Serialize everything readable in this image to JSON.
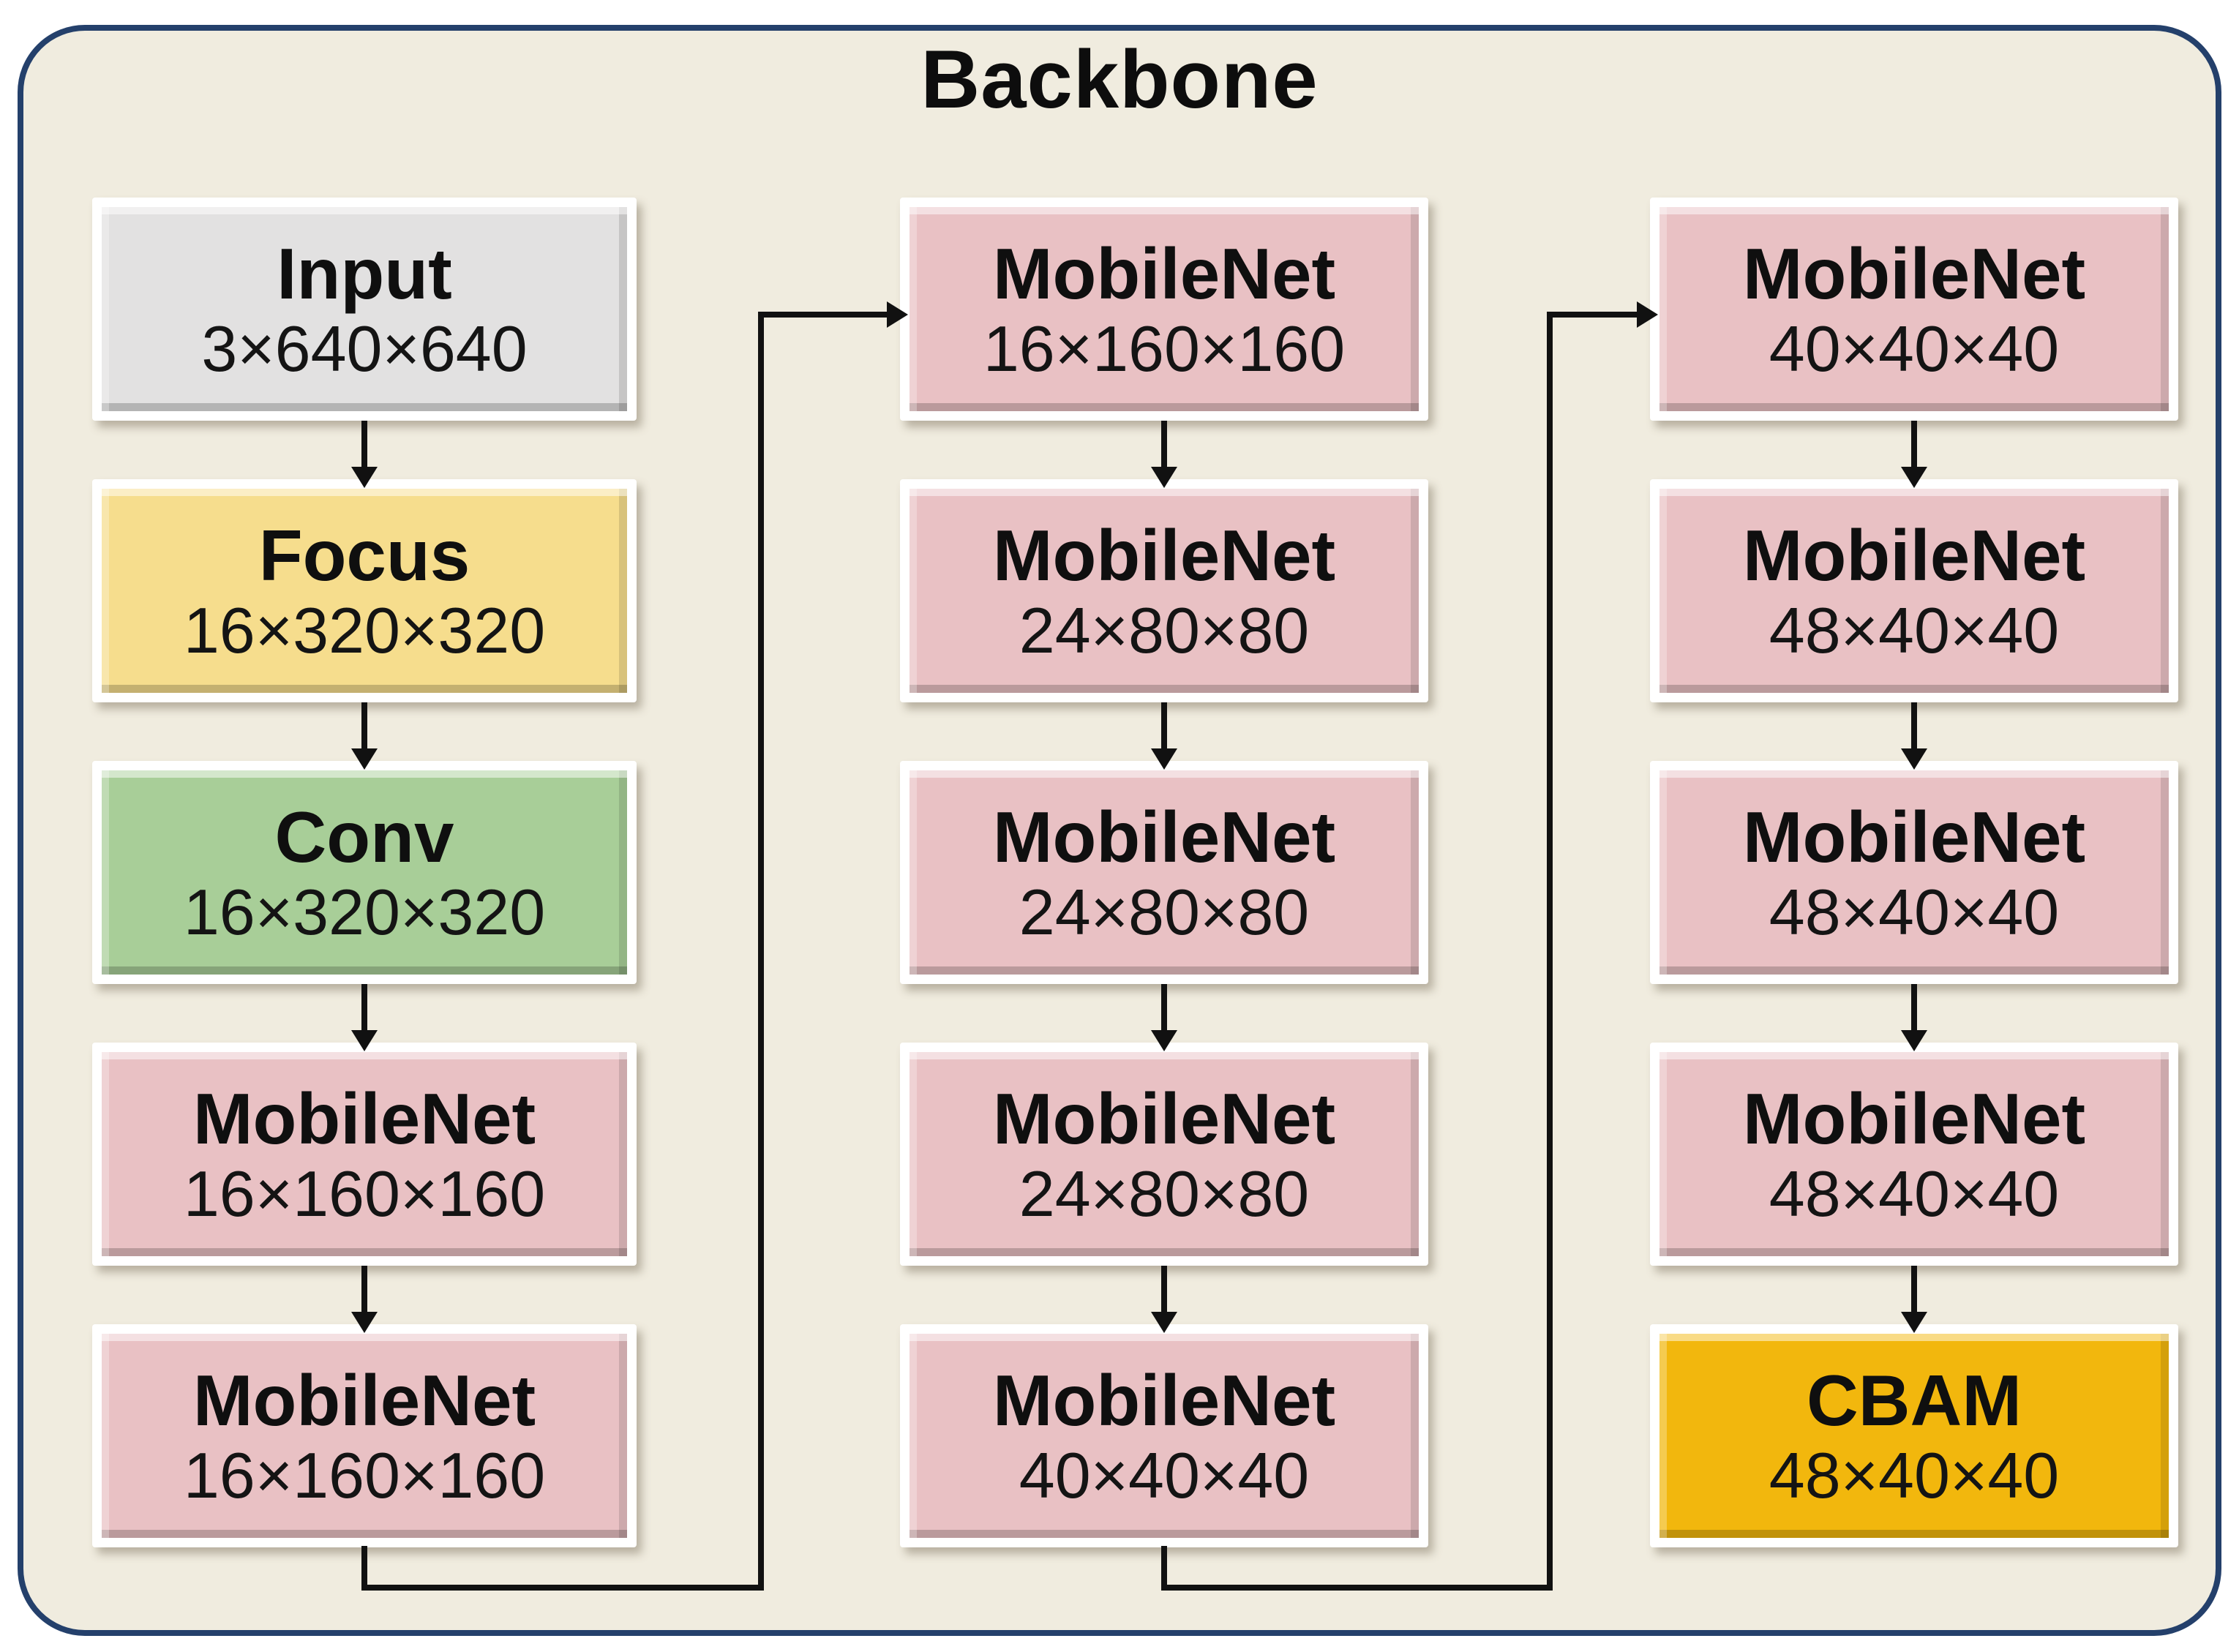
{
  "title": "Backbone",
  "colors": {
    "panel_background": "#f0ecdf",
    "panel_border": "#24406b",
    "block_input": "#e2e1e1",
    "block_focus": "#f6dd8d",
    "block_conv": "#a8ce98",
    "block_mobilenet": "#e9c1c4",
    "block_cbam": "#f2b70d",
    "arrow": "#111111",
    "text": "#0f0f0f"
  },
  "columns": [
    {
      "blocks": [
        {
          "type": "input",
          "label": "Input",
          "dims": "3×640×640"
        },
        {
          "type": "focus",
          "label": "Focus",
          "dims": "16×320×320"
        },
        {
          "type": "conv",
          "label": "Conv",
          "dims": "16×320×320"
        },
        {
          "type": "mobilenet",
          "label": "MobileNet",
          "dims": "16×160×160"
        },
        {
          "type": "mobilenet",
          "label": "MobileNet",
          "dims": "16×160×160"
        }
      ]
    },
    {
      "blocks": [
        {
          "type": "mobilenet",
          "label": "MobileNet",
          "dims": "16×160×160"
        },
        {
          "type": "mobilenet",
          "label": "MobileNet",
          "dims": "24×80×80"
        },
        {
          "type": "mobilenet",
          "label": "MobileNet",
          "dims": "24×80×80"
        },
        {
          "type": "mobilenet",
          "label": "MobileNet",
          "dims": "24×80×80"
        },
        {
          "type": "mobilenet",
          "label": "MobileNet",
          "dims": "40×40×40"
        }
      ]
    },
    {
      "blocks": [
        {
          "type": "mobilenet",
          "label": "MobileNet",
          "dims": "40×40×40"
        },
        {
          "type": "mobilenet",
          "label": "MobileNet",
          "dims": "48×40×40"
        },
        {
          "type": "mobilenet",
          "label": "MobileNet",
          "dims": "48×40×40"
        },
        {
          "type": "mobilenet",
          "label": "MobileNet",
          "dims": "48×40×40"
        },
        {
          "type": "cbam",
          "label": "CBAM",
          "dims": "48×40×40"
        }
      ]
    }
  ],
  "flow": [
    "Input → Focus → Conv → MobileNet → MobileNet",
    "→ MobileNet → MobileNet → MobileNet → MobileNet → MobileNet",
    "→ MobileNet → MobileNet → MobileNet → MobileNet → CBAM"
  ]
}
